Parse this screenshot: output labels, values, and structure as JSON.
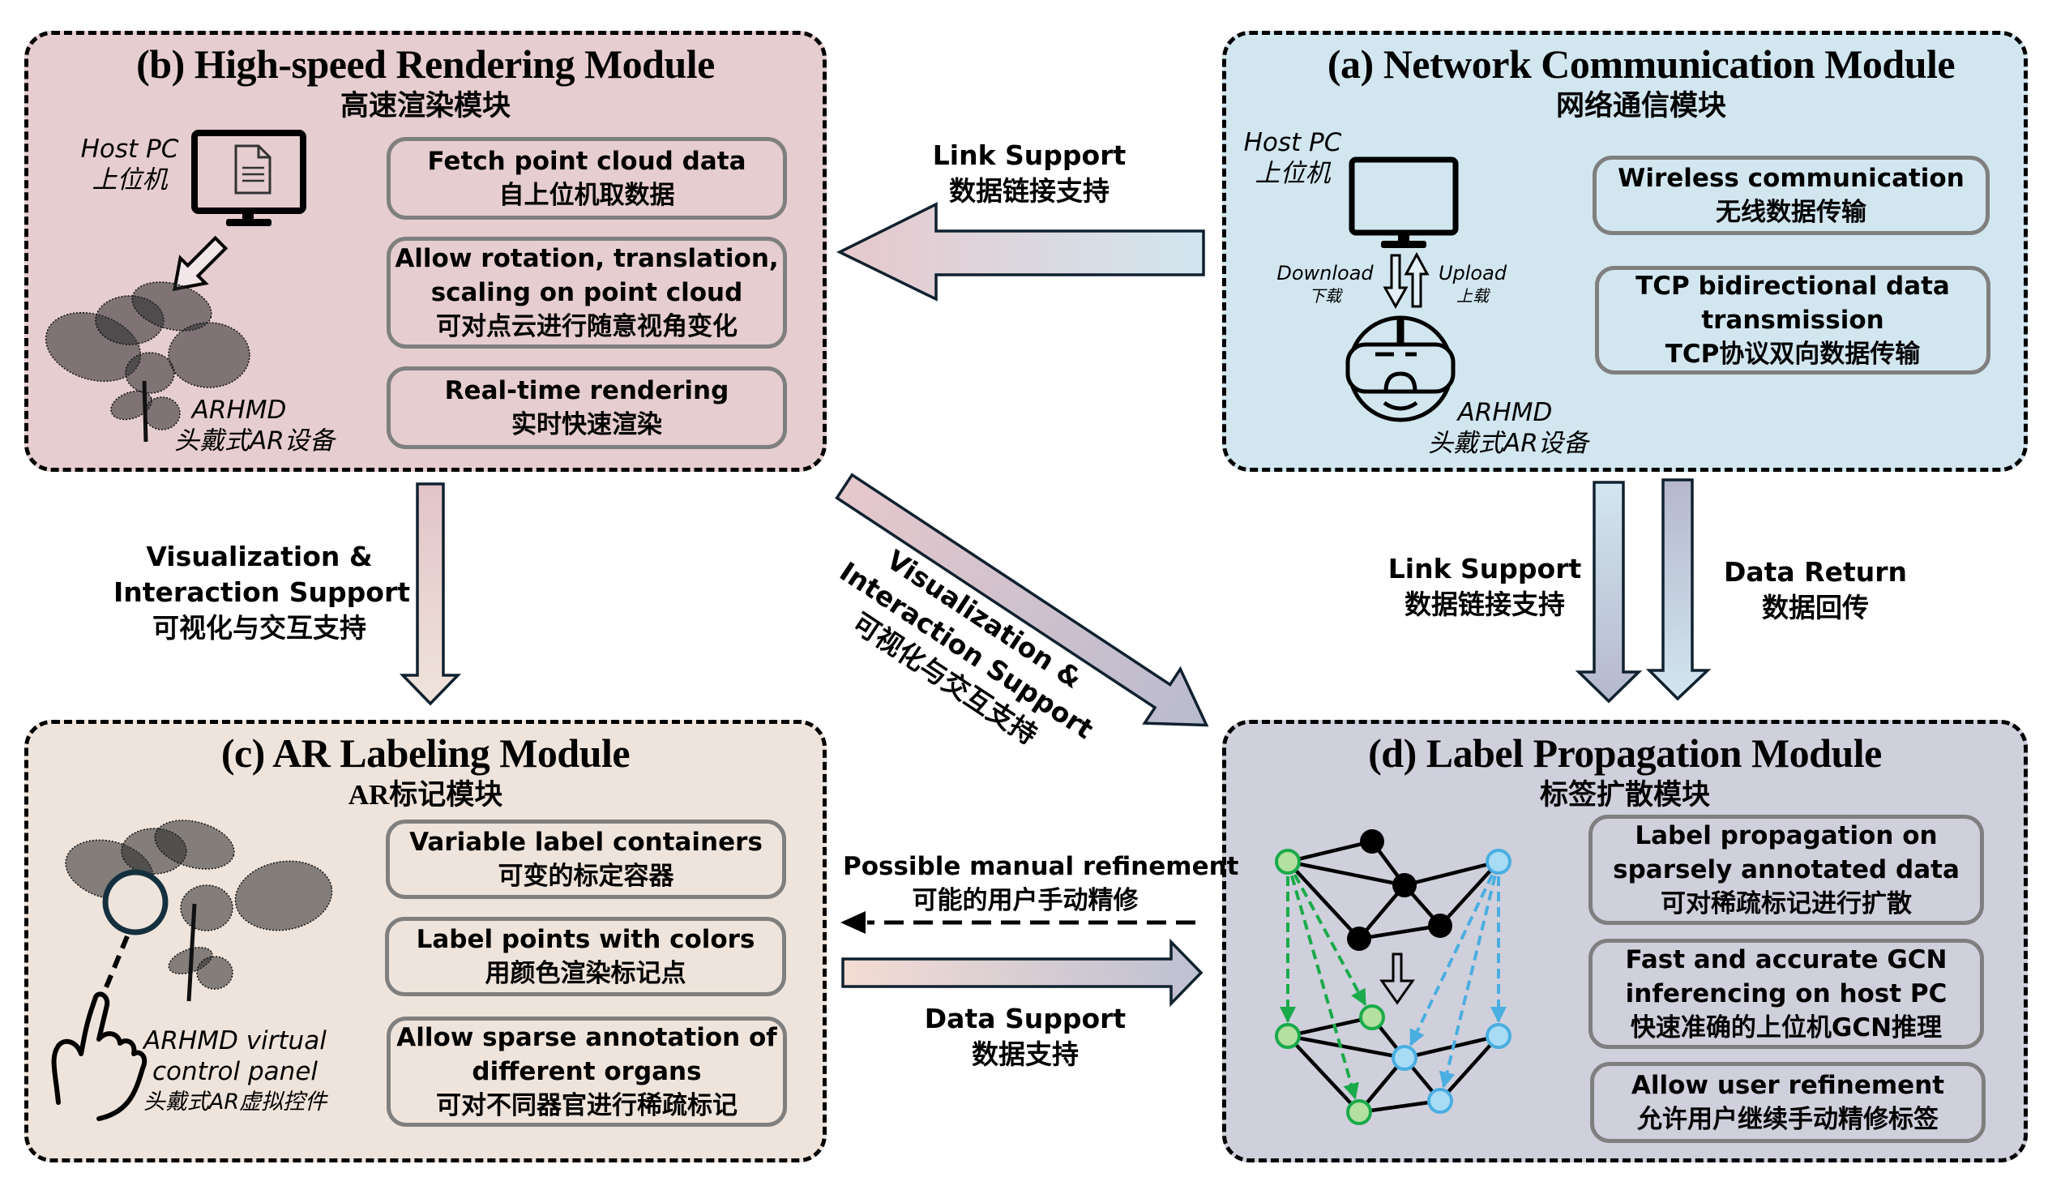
{
  "modules": {
    "b": {
      "title": "(b) High-speed Rendering Module",
      "subtitle": "高速渲染模块",
      "host_pc_en": "Host PC",
      "host_pc_zh": "上位机",
      "arhmd_en": "ARHMD",
      "arhmd_zh": "头戴式AR设备",
      "features": [
        {
          "lines": [
            "Fetch point cloud data",
            "自上位机取数据"
          ]
        },
        {
          "lines": [
            "Allow rotation, translation,",
            "scaling on point cloud",
            "可对点云进行随意视角变化"
          ]
        },
        {
          "lines": [
            "Real-time rendering",
            "实时快速渲染"
          ]
        }
      ],
      "color": "#E6CDD0"
    },
    "a": {
      "title": "(a) Network Communication Module",
      "subtitle": "网络通信模块",
      "host_pc_en": "Host PC",
      "host_pc_zh": "上位机",
      "download_en": "Download",
      "download_zh": "下载",
      "upload_en": "Upload",
      "upload_zh": "上载",
      "arhmd_en": "ARHMD",
      "arhmd_zh": "头戴式AR设备",
      "features": [
        {
          "lines": [
            "Wireless communication",
            "无线数据传输"
          ]
        },
        {
          "lines": [
            "TCP bidirectional data",
            "transmission",
            "TCP协议双向数据传输"
          ]
        }
      ],
      "color": "#D2E6F0"
    },
    "c": {
      "title": "(c) AR Labeling Module",
      "subtitle": "AR标记模块",
      "panel_en_1": "ARHMD virtual",
      "panel_en_2": "control panel",
      "panel_zh": "头戴式AR虚拟控件",
      "features": [
        {
          "lines": [
            "Variable label containers",
            "可变的标定容器"
          ]
        },
        {
          "lines": [
            "Label points with colors",
            "用颜色渲染标记点"
          ]
        },
        {
          "lines": [
            "Allow sparse annotation of",
            "different organs",
            "可对不同器官进行稀疏标记"
          ]
        }
      ],
      "color": "#EFE4DB"
    },
    "d": {
      "title": "(d) Label Propagation Module",
      "subtitle": "标签扩散模块",
      "features": [
        {
          "lines": [
            "Label propagation on",
            "sparsely annotated data",
            "可对稀疏标记进行扩散"
          ]
        },
        {
          "lines": [
            "Fast and accurate GCN",
            "inferencing on host PC",
            "快速准确的上位机GCN推理"
          ]
        },
        {
          "lines": [
            "Allow user refinement",
            "允许用户继续手动精修标签"
          ]
        }
      ],
      "color": "#CFD0DC",
      "graph_colors": {
        "labeled_green": "#1AAA4A",
        "green_fill": "#B4E0A0",
        "labeled_blue": "#4AAEE0",
        "blue_fill": "#A8DCF5",
        "unlabeled": "#000000"
      }
    }
  },
  "connectors": {
    "a_to_b": {
      "en": "Link Support",
      "zh": "数据链接支持"
    },
    "b_to_c": {
      "en1": "Visualization &",
      "en2": "Interaction Support",
      "zh": "可视化与交互支持"
    },
    "b_to_d": {
      "en1": "Visualization &",
      "en2": "Interaction Support",
      "zh": "可视化与交互支持"
    },
    "a_to_d": {
      "en": "Link Support",
      "zh": "数据链接支持"
    },
    "d_to_a": {
      "en": "Data Return",
      "zh": "数据回传"
    },
    "d_to_c": {
      "en": "Possible manual refinement",
      "zh": "可能的用户手动精修"
    },
    "c_to_d": {
      "en": "Data Support",
      "zh": "数据支持"
    }
  }
}
